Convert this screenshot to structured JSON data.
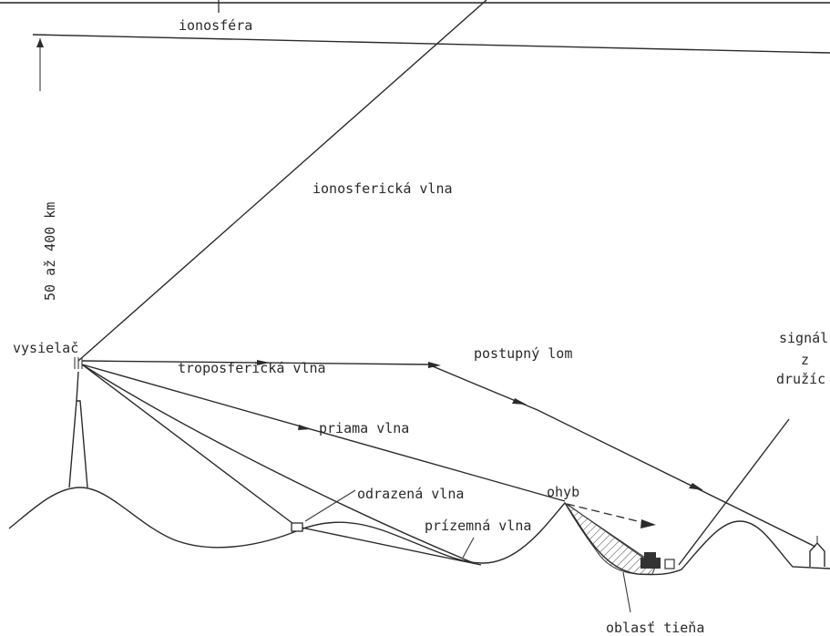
{
  "labels": {
    "ionosphere": "ionosféra",
    "ionospheric_wave": "ionosferická vlna",
    "height_range": "50 až 400 km",
    "transmitter": "vysielač",
    "tropospheric_wave": "troposferická vlna",
    "gradual_refraction": "postupný lom",
    "direct_wave": "priama vlna",
    "diffraction": "ohyb",
    "reflected_wave": "odrazená vlna",
    "ground_wave": "prízemná vlna",
    "shadow_area": "oblasť tieňa",
    "satellite_signal_1": "signál",
    "satellite_signal_2": "z",
    "satellite_signal_3": "družíc"
  }
}
